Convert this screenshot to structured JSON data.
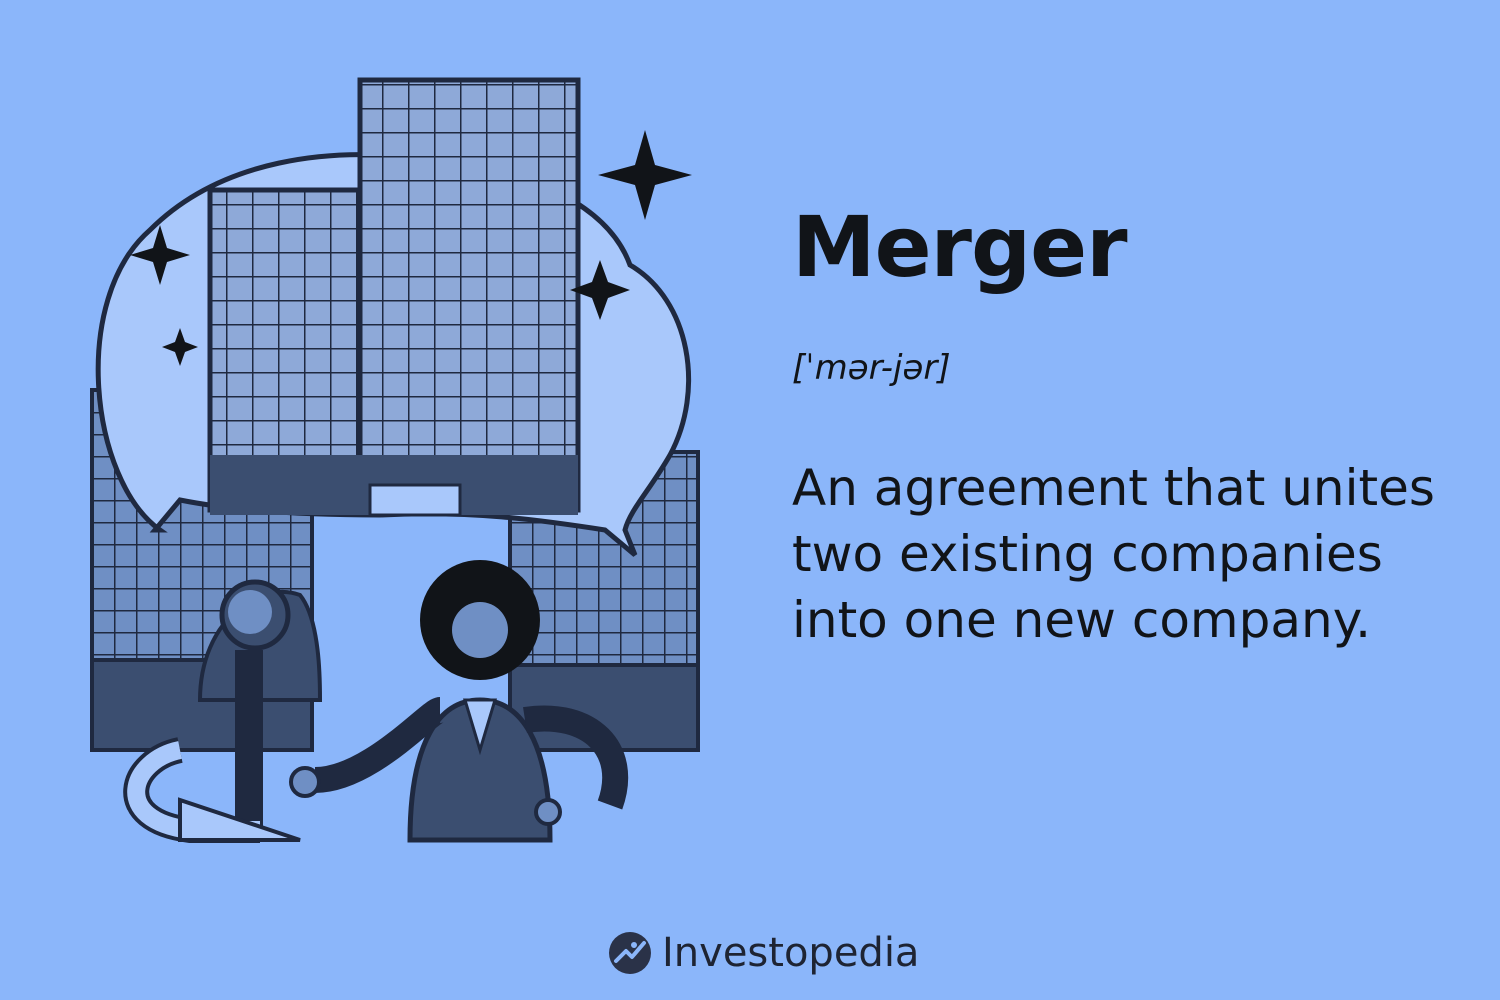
{
  "term": "Merger",
  "pronunciation": "[ˈmər-jər]",
  "definition": "An agreement that unites two existing companies into one new company.",
  "brand": {
    "name": "Investopedia",
    "icon": "investopedia-logo-icon"
  },
  "illustration": {
    "description_icon": "merger-illustration",
    "elements": [
      "speech-bubble",
      "office-buildings",
      "sparkles",
      "two-people-holding-hands"
    ]
  },
  "colors": {
    "background": "#8bb6fa",
    "text": "#111418",
    "ink": "#1f2940",
    "building_light": "#6f8fc4",
    "building_dark": "#3b4e70",
    "bubble": "#a9c8fb"
  }
}
